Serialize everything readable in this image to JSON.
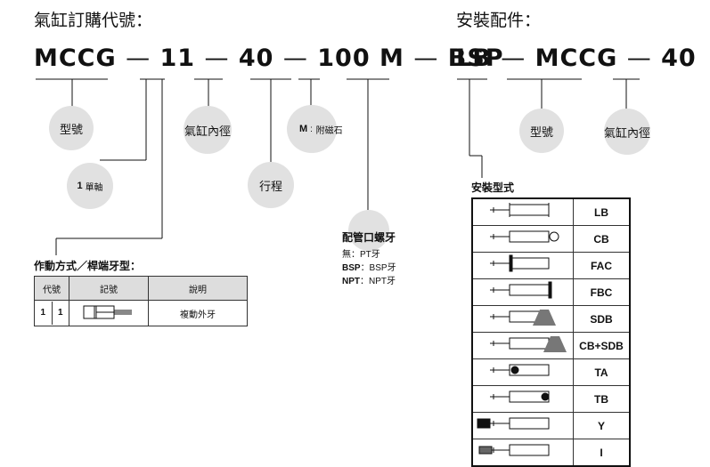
{
  "left": {
    "title": "氣缸訂購代號：",
    "code": {
      "p1": "MCCG",
      "p2": "11",
      "p3": "40",
      "p4": "100",
      "p5": "M",
      "p6": "BSP",
      "sep": "—"
    },
    "bubbles": {
      "model": "型號",
      "single_rod_key": "1",
      "single_rod": "單軸",
      "bore": "氣缸內徑",
      "stroke": "行程",
      "magnet_key": "M",
      "magnet": "附磁石"
    },
    "port": {
      "title": "配管口螺牙",
      "line1": "無：PT牙",
      "line2_key": "BSP",
      "line2": "：BSP牙",
      "line3_key": "NPT",
      "line3": "：NPT牙"
    },
    "action": {
      "title": "作動方式／桿端牙型：",
      "headers": [
        "代號",
        "記號",
        "說明"
      ],
      "row": {
        "c1": "1",
        "c2": "1",
        "desc": "複動外牙"
      }
    }
  },
  "right": {
    "title": "安裝配件：",
    "code": {
      "p1": "LB",
      "p2": "MCCG",
      "p3": "40",
      "sep": "—"
    },
    "bubbles": {
      "model": "型號",
      "bore": "氣缸內徑"
    },
    "mount_title": "安裝型式",
    "mounts": [
      "LB",
      "CB",
      "FAC",
      "FBC",
      "SDB",
      "CB+SDB",
      "TA",
      "TB",
      "Y",
      "I"
    ]
  }
}
